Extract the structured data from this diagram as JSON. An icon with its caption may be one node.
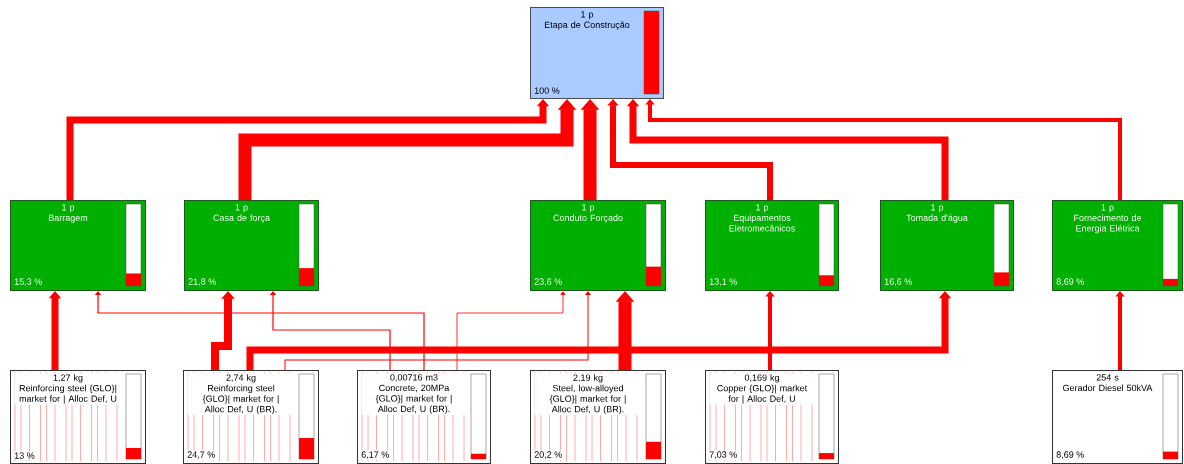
{
  "diagram": {
    "nodes": [
      {
        "text": [
          "1 p",
          "Etapa de Construção",
          "100 %"
        ]
      },
      {
        "text": [
          "1 p",
          "Barragem",
          "15,3 %"
        ]
      },
      {
        "text": [
          "1 p",
          "Casa de força",
          "21,8 %"
        ]
      },
      {
        "text": [
          "1 p",
          "Conduto Forçado",
          "23,6 %"
        ]
      },
      {
        "text": [
          "1 p",
          "Equipamentos Eletromecânicos",
          "13,1 %"
        ]
      },
      {
        "text": [
          "1 p",
          "Tomada d'água",
          "16,6 %"
        ]
      },
      {
        "text": [
          "1 p",
          "Fornecimento de Energia Elétrica",
          "8,69 %"
        ]
      },
      {
        "text": [
          "1,27 kg",
          "Reinforcing steel {GLO}| market for | Alloc Def, U",
          "13 %"
        ]
      },
      {
        "text": [
          "2,74 kg",
          "Reinforcing steel {GLO}| market for | Alloc Def, U (BR).",
          "24,7 %"
        ]
      },
      {
        "text": [
          "0,00716 m3",
          "Concrete, 20MPa {GLO}| market for | Alloc Def, U (BR).",
          "6,17 %"
        ]
      },
      {
        "text": [
          "2,19 kg",
          "Steel, low-alloyed {GLO}| market for | Alloc Def, U (BR).",
          "20,2 %"
        ]
      },
      {
        "text": [
          "0,169 kg",
          "Copper {GLO}| market for | Alloc Def, U",
          "7,03 %"
        ]
      },
      {
        "text": [
          "254 s",
          "Gerador Diesel 50kVA",
          "8,69 %"
        ]
      }
    ],
    "edges": [
      {
        "from": 1,
        "to": 0,
        "arrow": "to"
      },
      {
        "from": 2,
        "to": 0,
        "arrow": "to",
        "style": "thick"
      },
      {
        "from": 3,
        "to": 0,
        "arrow": "to",
        "style": "thick"
      },
      {
        "from": 4,
        "to": 0,
        "arrow": "to"
      },
      {
        "from": 5,
        "to": 0,
        "arrow": "to"
      },
      {
        "from": 6,
        "to": 0,
        "arrow": "to"
      },
      {
        "from": 7,
        "to": 1,
        "arrow": "to"
      },
      {
        "from": 9,
        "to": 1,
        "arrow": "to"
      },
      {
        "from": 8,
        "to": 2,
        "arrow": "to"
      },
      {
        "from": 9,
        "to": 2,
        "arrow": "to"
      },
      {
        "from": 8,
        "to": 5,
        "arrow": "to"
      },
      {
        "from": 8,
        "to": 3,
        "arrow": "to"
      },
      {
        "from": 9,
        "to": 3,
        "arrow": "to"
      },
      {
        "from": 10,
        "to": 3,
        "arrow": "to",
        "style": "thick"
      },
      {
        "from": 11,
        "to": 4,
        "arrow": "to"
      },
      {
        "from": 12,
        "to": 6,
        "arrow": "to"
      }
    ]
  }
}
